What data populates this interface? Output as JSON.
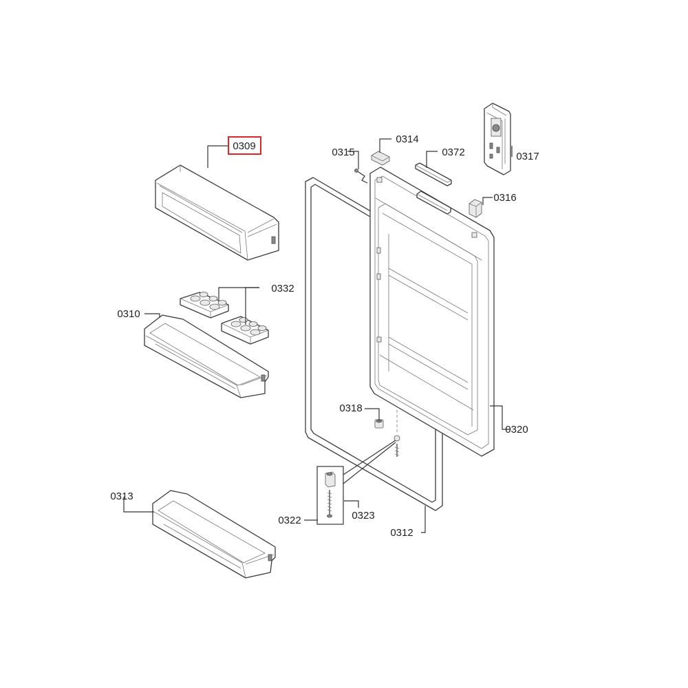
{
  "highlight_color": "#d9262b",
  "line_color": "#333333",
  "parts": {
    "p0309": "0309",
    "p0310": "0310",
    "p0312": "0312",
    "p0313": "0313",
    "p0314": "0314",
    "p0315": "0315",
    "p0316": "0316",
    "p0317": "0317",
    "p0318": "0318",
    "p0320": "0320",
    "p0322": "0322",
    "p0323": "0323",
    "p0332": "0332",
    "p0372": "0372"
  },
  "selected_part": "0309"
}
